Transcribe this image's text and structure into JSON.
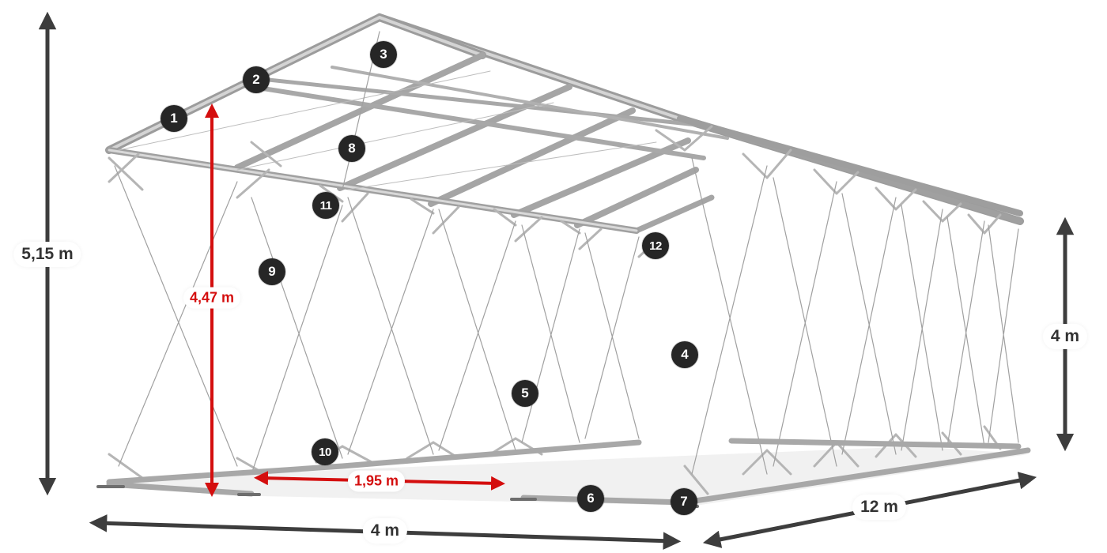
{
  "diagram": {
    "subject": "Tent / hall steel frame with numbered components and dimensions",
    "colors": {
      "dimension_arrow": "#3d3d3d",
      "highlight_arrow": "#d40e0e",
      "marker_bg": "#262626",
      "marker_text": "#ffffff",
      "frame_tube": "#b8b8b8"
    },
    "dimensions": {
      "total_height": "5,15 m",
      "side_height": "4 m",
      "entrance_height": "4,47 m",
      "entrance_width": "1,95 m",
      "width": "4 m",
      "length": "12 m"
    },
    "markers": [
      {
        "id": "1",
        "label": "1"
      },
      {
        "id": "2",
        "label": "2"
      },
      {
        "id": "3",
        "label": "3"
      },
      {
        "id": "4",
        "label": "4"
      },
      {
        "id": "5",
        "label": "5"
      },
      {
        "id": "6",
        "label": "6"
      },
      {
        "id": "7",
        "label": "7"
      },
      {
        "id": "8",
        "label": "8"
      },
      {
        "id": "9",
        "label": "9"
      },
      {
        "id": "10",
        "label": "10"
      },
      {
        "id": "11",
        "label": "11"
      },
      {
        "id": "12",
        "label": "12"
      }
    ]
  }
}
